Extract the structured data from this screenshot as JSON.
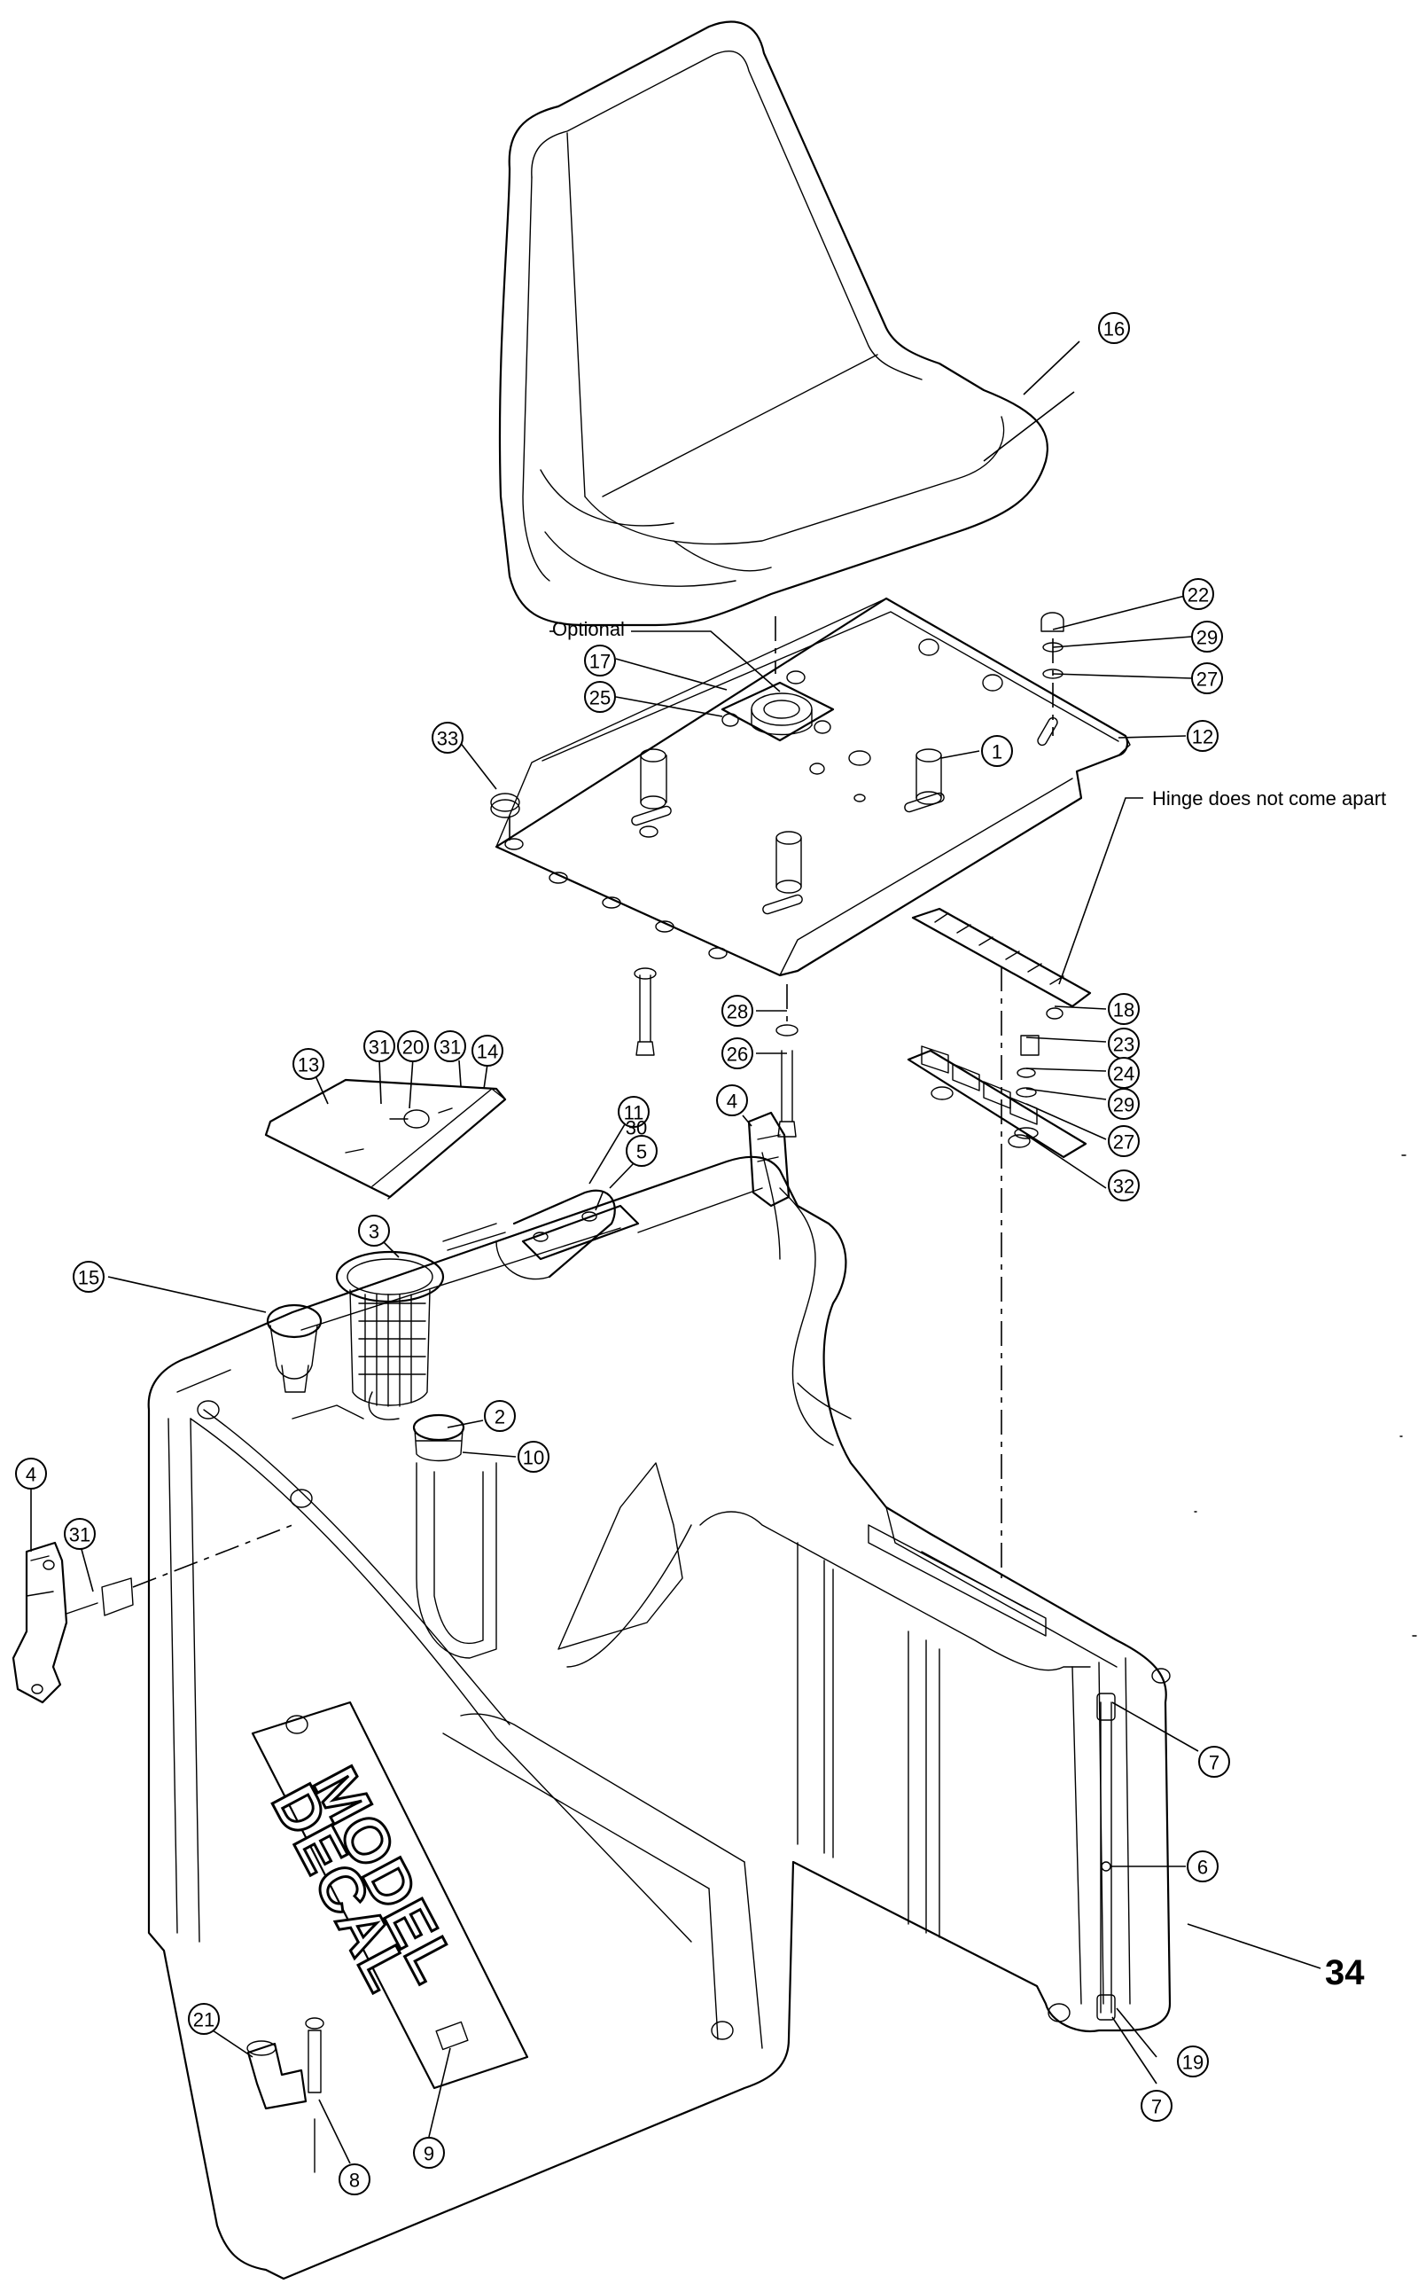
{
  "notes": {
    "optional": "Optional",
    "hinge": "Hinge does not come apart",
    "assembly_number": "34",
    "decal_line1": "MODEL",
    "decal_line2": "DECAL"
  },
  "callouts": [
    {
      "id": "c1",
      "label": "1"
    },
    {
      "id": "c2",
      "label": "2"
    },
    {
      "id": "c3",
      "label": "3"
    },
    {
      "id": "c4a",
      "label": "4"
    },
    {
      "id": "c4b",
      "label": "4"
    },
    {
      "id": "c5",
      "label": "5"
    },
    {
      "id": "c6",
      "label": "6"
    },
    {
      "id": "c7a",
      "label": "7"
    },
    {
      "id": "c7b",
      "label": "7"
    },
    {
      "id": "c8",
      "label": "8"
    },
    {
      "id": "c9",
      "label": "9"
    },
    {
      "id": "c10",
      "label": "10"
    },
    {
      "id": "c11",
      "label": "11"
    },
    {
      "id": "c12",
      "label": "12"
    },
    {
      "id": "c13",
      "label": "13"
    },
    {
      "id": "c14",
      "label": "14"
    },
    {
      "id": "c15",
      "label": "15"
    },
    {
      "id": "c16",
      "label": "16"
    },
    {
      "id": "c17",
      "label": "17"
    },
    {
      "id": "c18",
      "label": "18"
    },
    {
      "id": "c19",
      "label": "19"
    },
    {
      "id": "c20",
      "label": "20"
    },
    {
      "id": "c21",
      "label": "21"
    },
    {
      "id": "c22",
      "label": "22"
    },
    {
      "id": "c23",
      "label": "23"
    },
    {
      "id": "c24",
      "label": "24"
    },
    {
      "id": "c25",
      "label": "25"
    },
    {
      "id": "c26",
      "label": "26"
    },
    {
      "id": "c27a",
      "label": "27"
    },
    {
      "id": "c27b",
      "label": "27"
    },
    {
      "id": "c28",
      "label": "28"
    },
    {
      "id": "c29a",
      "label": "29"
    },
    {
      "id": "c29b",
      "label": "29"
    },
    {
      "id": "c30",
      "label": "30"
    },
    {
      "id": "c31a",
      "label": "31"
    },
    {
      "id": "c31b",
      "label": "31"
    },
    {
      "id": "c31c",
      "label": "31"
    },
    {
      "id": "c32",
      "label": "32"
    },
    {
      "id": "c33",
      "label": "33"
    }
  ]
}
